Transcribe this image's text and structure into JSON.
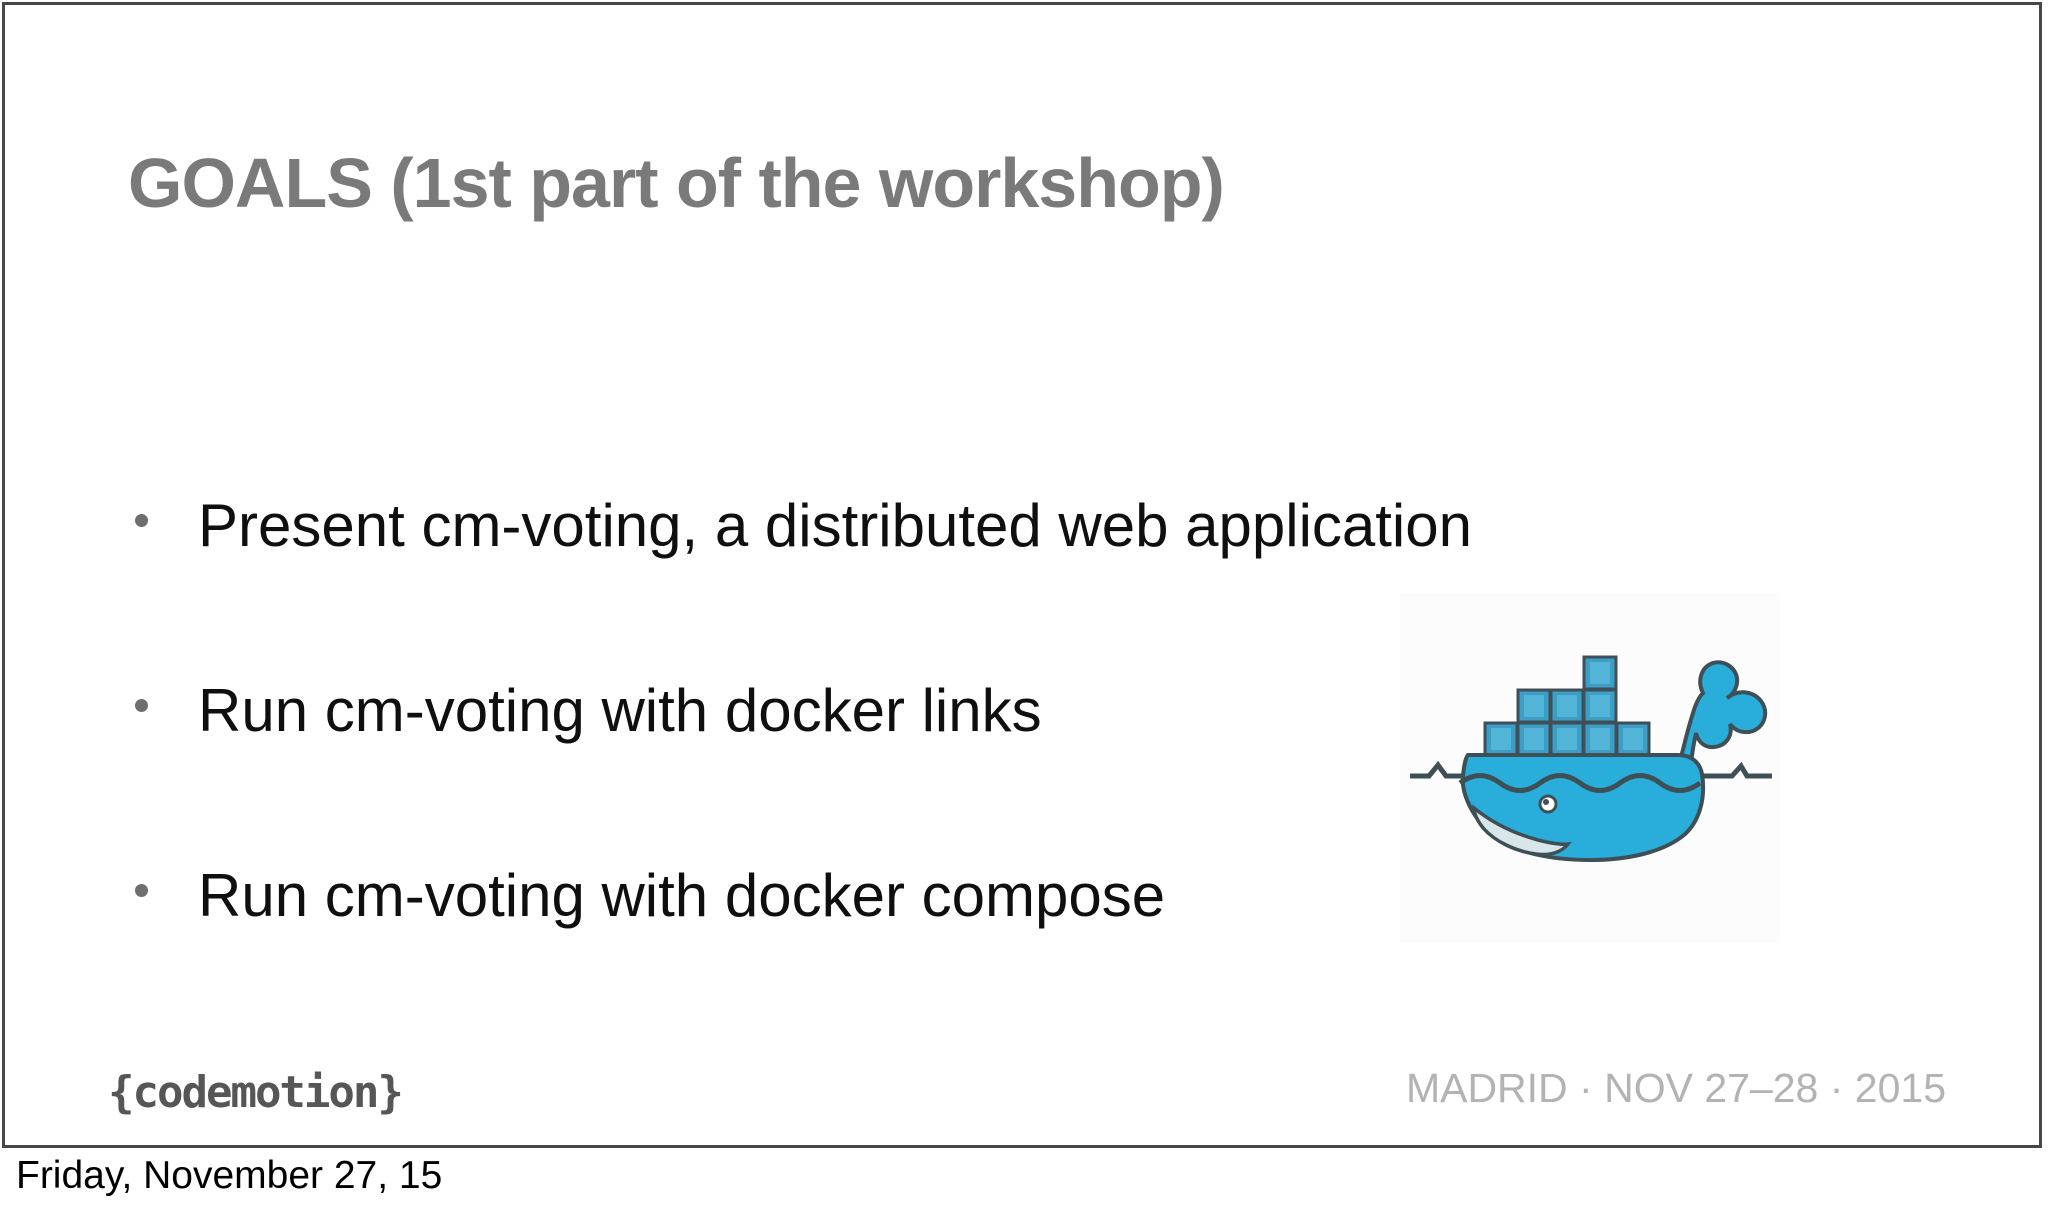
{
  "slide": {
    "title": "GOALS (1st part of the workshop)",
    "bullets": [
      "Present cm-voting, a distributed web application",
      "Run cm-voting with docker links",
      "Run cm-voting with docker compose"
    ],
    "image": {
      "icon": "docker-whale-logo"
    },
    "footer": {
      "logo_text": "{codemotion}",
      "event_text": "MADRID · NOV 27–28 · 2015"
    }
  },
  "below_slide": {
    "date_text": "Friday, November 27, 15"
  },
  "colors": {
    "title_gray": "#7a7a7a",
    "bullet_text": "#0f0f0f",
    "bullet_dot_gray": "#6e6e6e",
    "slide_border": "#474747",
    "codemotion_gray": "#565656",
    "event_text_gray": "#b3b3b3",
    "docker_blue": "#29AEDC",
    "docker_container": "#3C9EC6",
    "docker_container_inner": "#52B4D6",
    "docker_outline": "#3E5056",
    "docker_belly": "#D8E6EA"
  }
}
